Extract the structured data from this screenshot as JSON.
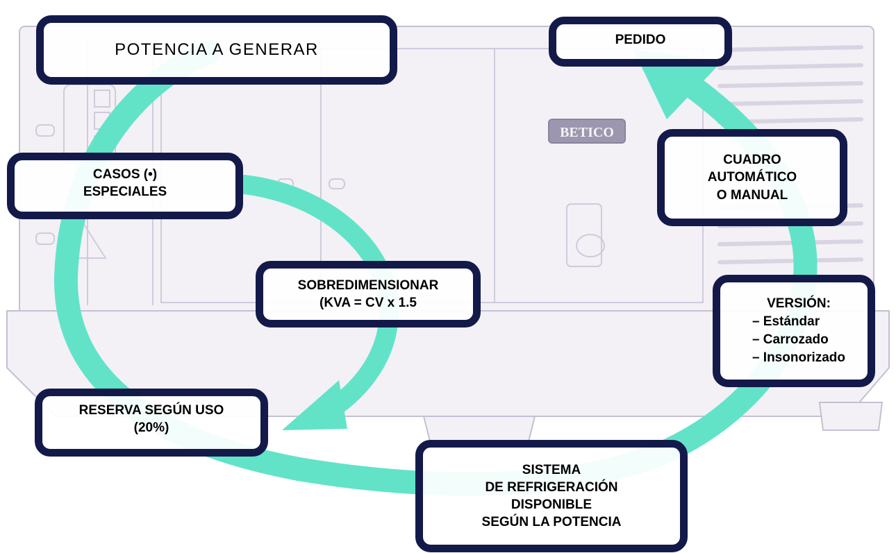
{
  "colors": {
    "box_border": "#131a4a",
    "arrow": "#62e3c8",
    "generator_outline": "#b9b5c8"
  },
  "boxes": {
    "potencia": "POTENCIA A GENERAR",
    "pedido": "PEDIDO",
    "cuadro": "CUADRO\nAUTOMÁTICO\nO MANUAL",
    "casos": "CASOS (•)\nESPECIALES",
    "sobredimensionar": "SOBREDIMENSIONAR\n(KVA = CV x 1.5",
    "version_title": "VERSIÓN:",
    "version_items": [
      "– Estándar",
      "– Carrozado",
      "– Insonorizado"
    ],
    "reserva": "RESERVA SEGÚN USO\n(20%)",
    "sistema": "SISTEMA\nDE REFRIGERACIÓN\nDISPONIBLE\nSEGÚN LA POTENCIA"
  },
  "background": {
    "brand_plate": "BETICO"
  }
}
